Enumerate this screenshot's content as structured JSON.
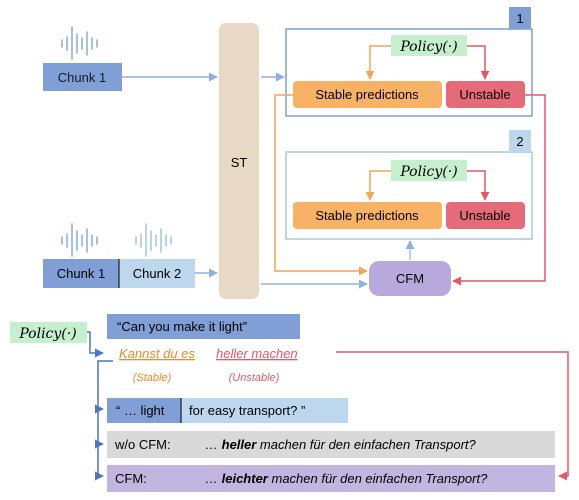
{
  "top": {
    "chunk1_label": "Chunk 1",
    "st_label": "ST",
    "cfm_label": "CFM",
    "box1_number": "1",
    "box2_number": "2",
    "policy_label": "Policy(·)",
    "stable_label": "Stable predictions",
    "unstable_label": "Unstable",
    "chunk1b_label": "Chunk 1",
    "chunk2_label": "Chunk 2"
  },
  "bottom": {
    "policy_label": "Policy(·)",
    "source_text": "“Can you make it light”",
    "stable_phrase": "Kannst du es",
    "unstable_phrase": "heller machen",
    "stable_tag": "(Stable)",
    "unstable_tag": "(Unstable)",
    "source2_a": "“ … light",
    "source2_b": "for easy transport? ”",
    "wo_prefix": "w/o CFM:",
    "wo_ellipsis": "… ",
    "wo_bold": "heller",
    "wo_rest": " machen für den einfachen Transport?",
    "cfm_prefix": "CFM:",
    "cfm_ellipsis": "… ",
    "cfm_bold": "leichter",
    "cfm_rest": " machen für den einfachen Transport?"
  },
  "colors": {
    "blue_dark": "#7f9fd6",
    "blue_light": "#bdd7ee",
    "box_border": "#7f9fd6",
    "box2_border": "#a9c7e4",
    "st_fill": "#e8d9c7",
    "cfm_fill": "#b7a9db",
    "green_fill": "#c6efce",
    "orange_fill": "#f7b266",
    "red_fill": "#e56b78",
    "orange_line": "#f4a555",
    "red_line": "#e45968",
    "grey_fill": "#d9d9d9",
    "purple_fill": "#c2b6e0",
    "stable_text": "#e88b2d",
    "unstable_text": "#e05a6a"
  }
}
